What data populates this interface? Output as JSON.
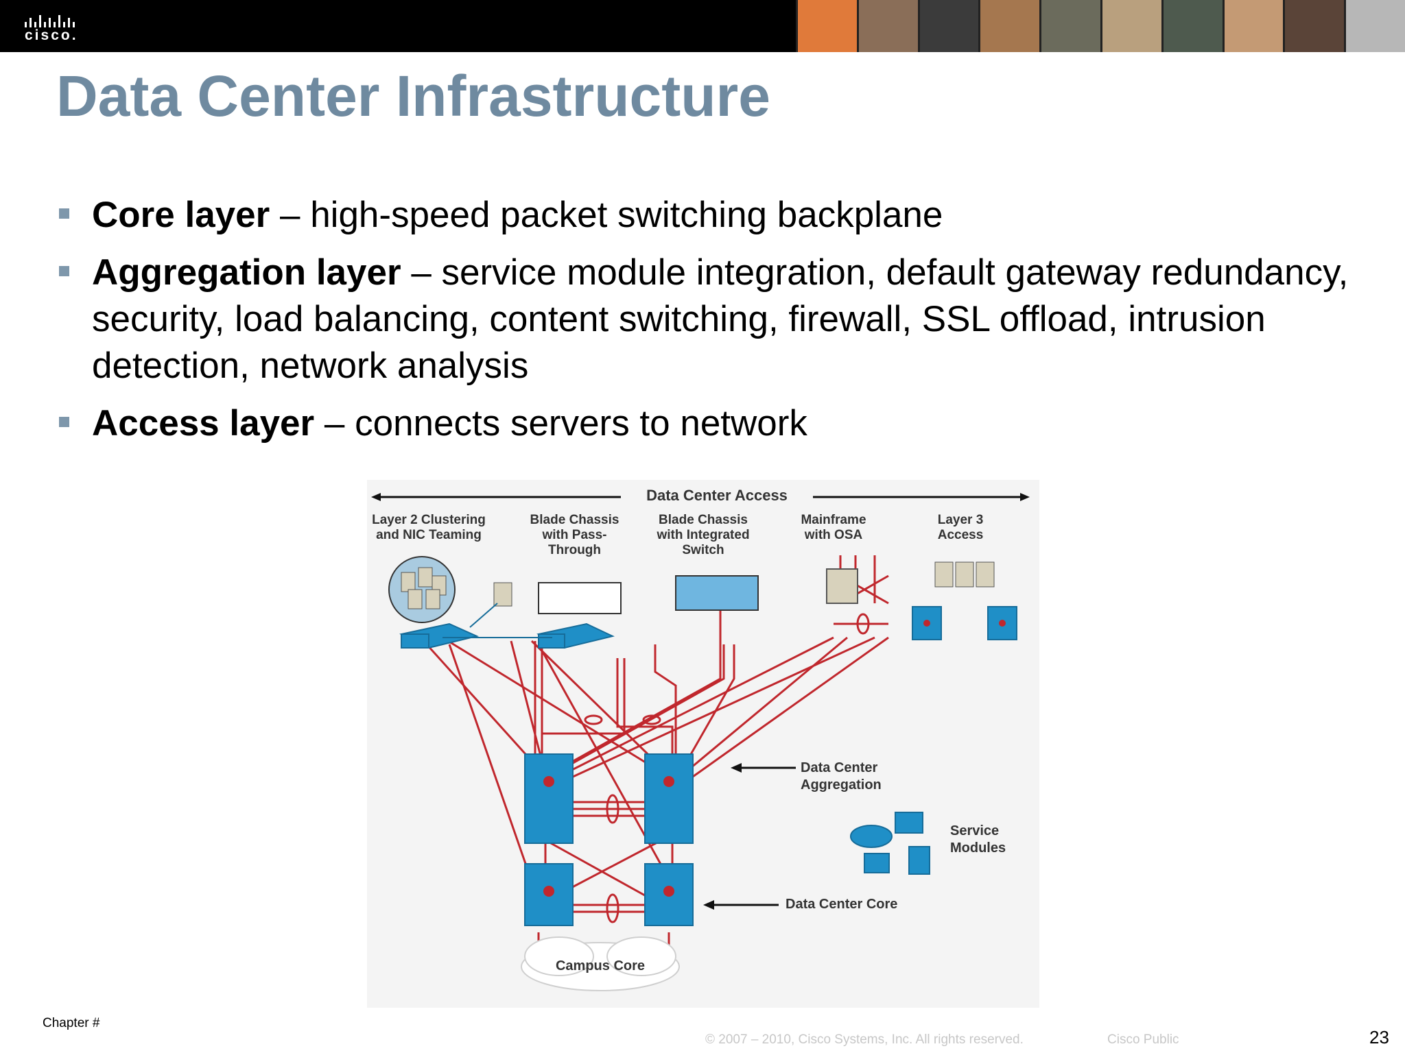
{
  "header": {
    "logo_text": "cisco.",
    "photos": [
      "#e07a3a",
      "#8a6e58",
      "#3b3b3b",
      "#a5774f",
      "#6b6b5c",
      "#b9a07e",
      "#4e5a4e",
      "#c49a74",
      "#5a4438",
      "#b7b7b7"
    ]
  },
  "slide": {
    "title": "Data Center Infrastructure",
    "bullets": [
      {
        "term": "Core layer",
        "text": " – high-speed packet switching backplane"
      },
      {
        "term": "Aggregation layer",
        "text": " – service module integration, default gateway redundancy, security, load balancing, content switching, firewall, SSL offload, intrusion detection, network analysis"
      },
      {
        "term": "Access layer",
        "text": " – connects servers to network"
      }
    ]
  },
  "diagram": {
    "access_header": "Data Center Access",
    "columns": [
      "Layer 2 Clustering and NIC Teaming",
      "Blade Chassis with Pass-Through",
      "Blade Chassis with Integrated Switch",
      "Mainframe with OSA",
      "Layer 3 Access"
    ],
    "aggregation_label": "Data Center Aggregation",
    "service_modules_label": "Service Modules",
    "core_label": "Data Center Core",
    "campus_label": "Campus Core",
    "colors": {
      "link": "#c0272d",
      "switch": "#1f8fc7",
      "switch_dark": "#166c99"
    }
  },
  "footer": {
    "chapter": "Chapter #",
    "copyright": "© 2007 – 2010, Cisco Systems, Inc. All rights reserved.",
    "classification": "Cisco Public",
    "page_number": "23"
  }
}
